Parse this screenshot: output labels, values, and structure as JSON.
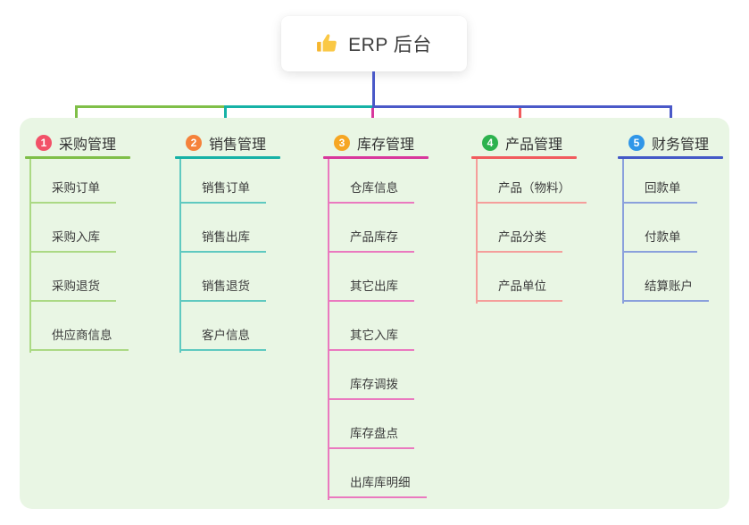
{
  "root": {
    "title": "ERP 后台",
    "icon": "thumbs-up-icon"
  },
  "branches": [
    {
      "number": "1",
      "label": "采购管理",
      "color": "#7fbf48",
      "light_color": "#abd984",
      "badge_color": "#f25168",
      "children": [
        "采购订单",
        "采购入库",
        "采购退货",
        "供应商信息"
      ]
    },
    {
      "number": "2",
      "label": "销售管理",
      "color": "#16b2a6",
      "light_color": "#5fc9c0",
      "badge_color": "#f5823b",
      "children": [
        "销售订单",
        "销售出库",
        "销售退货",
        "客户信息"
      ]
    },
    {
      "number": "3",
      "label": "库存管理",
      "color": "#d8379c",
      "light_color": "#ea79bf",
      "badge_color": "#f6a623",
      "children": [
        "仓库信息",
        "产品库存",
        "其它出库",
        "其它入库",
        "库存调拨",
        "库存盘点",
        "出库库明细"
      ]
    },
    {
      "number": "4",
      "label": "产品管理",
      "color": "#f15b5d",
      "light_color": "#f59e9b",
      "badge_color": "#2db24e",
      "children": [
        "产品（物料）",
        "产品分类",
        "产品单位"
      ]
    },
    {
      "number": "5",
      "label": "财务管理",
      "color": "#4459c7",
      "light_color": "#8aa0dc",
      "badge_color": "#3096e8",
      "children": [
        "回款单",
        "付款单",
        "结算账户"
      ]
    }
  ],
  "colors": {
    "panel_bg": "#e9f6e4",
    "root_stem": "#4a59c8",
    "canvas_bg": "#ffffff"
  }
}
